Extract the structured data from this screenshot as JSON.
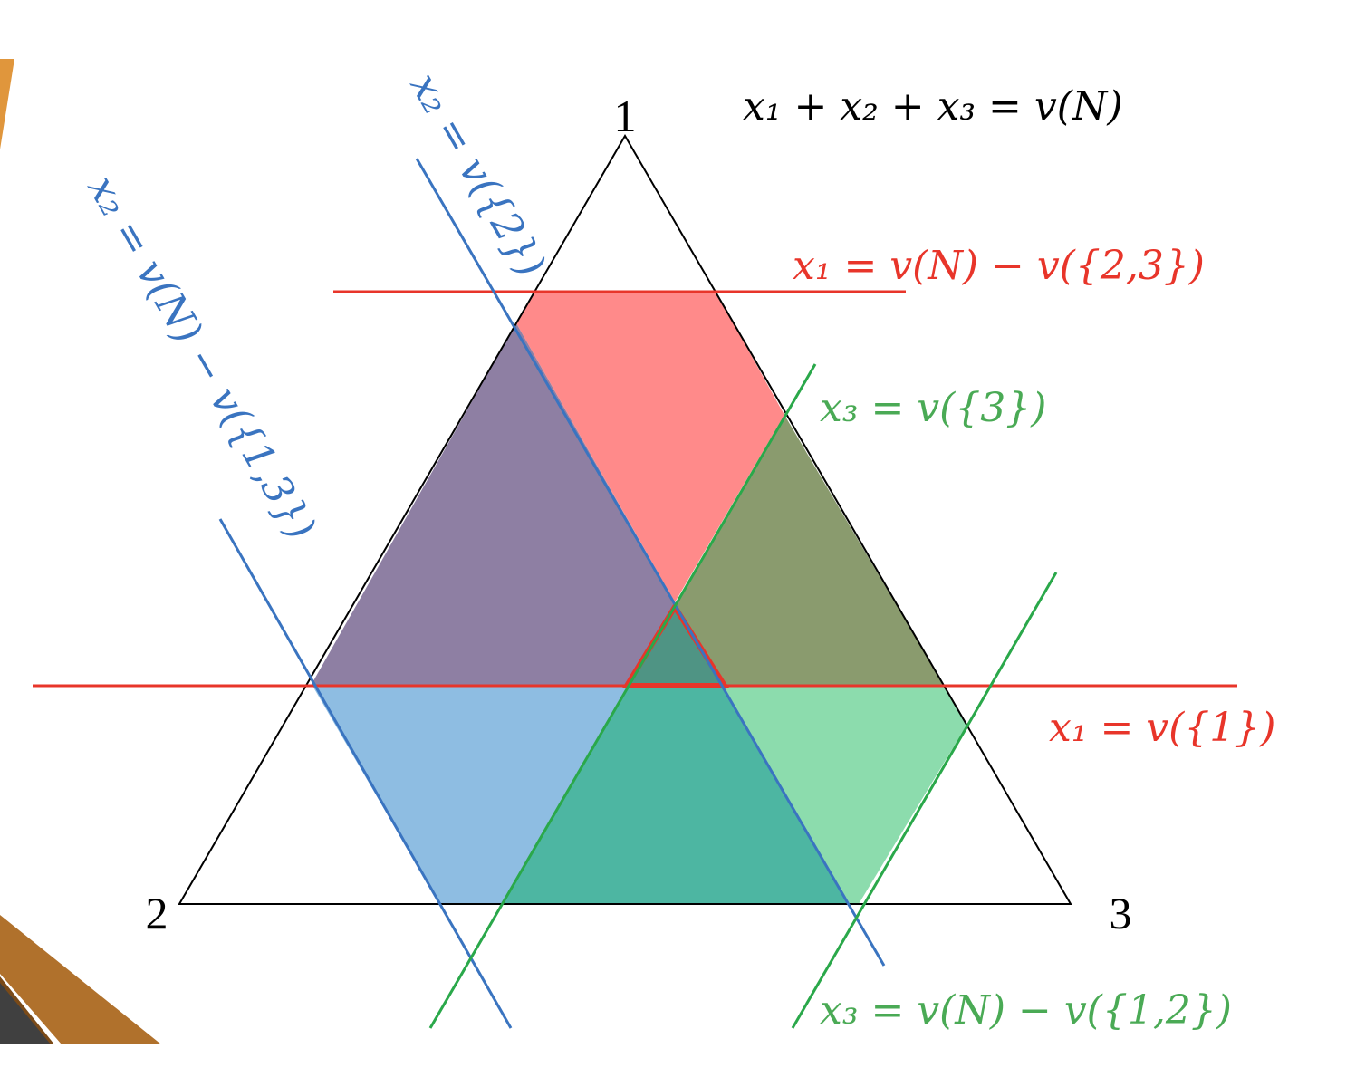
{
  "vertices": {
    "top": "1",
    "bottom_left": "2",
    "bottom_right": "3"
  },
  "equations": {
    "efficiency": "x₁ + x₂ + x₃ =  v(N)",
    "x1_upper": "x₁ =  v(N) − v({2,3})",
    "x1_lower": "x₁ = v({1})",
    "x3_lower": "x₃ = v({3})",
    "x3_upper": "x₃ = v(N) − v({1,2})",
    "x2_lower": "x₂ = v({2})",
    "x2_upper": "x₂ = v(N) − v({1,3})"
  },
  "colors": {
    "red": "#e8352a",
    "blue": "#3a74c0",
    "green": "#4aaa55",
    "red_fill": "#ff8a8a",
    "purple_fill": "#8e7fa3",
    "olive_fill": "#8a9b6e",
    "blue_fill": "#8ebde2",
    "teal_fill": "#4db6a2",
    "lightgreen_fill": "#8cdcad",
    "core_fill": "#4f9484"
  }
}
